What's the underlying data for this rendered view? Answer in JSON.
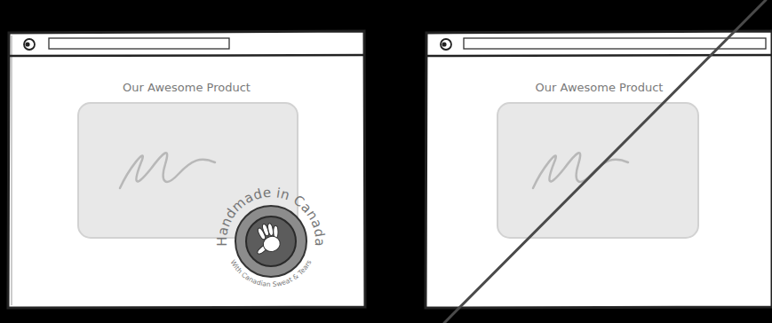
{
  "diagram": {
    "nodes": [
      {
        "text": [
          "Our Awesome Product"
        ]
      },
      {
        "text": [
          "Handmade in Canada",
          "With Canadian Sweat & Tears"
        ],
        "in": 0
      },
      {
        "text": [
          "Our Awesome Product"
        ]
      }
    ]
  }
}
